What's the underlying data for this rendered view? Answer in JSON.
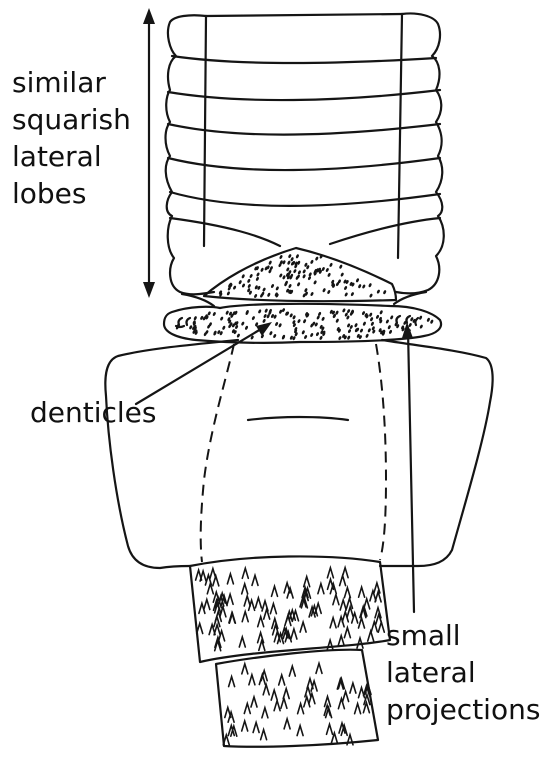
{
  "labels": {
    "similar_lines": [
      "similar",
      "squarish",
      "lateral",
      "lobes"
    ],
    "denticles": "denticles",
    "small_lines": [
      "small",
      "lateral",
      "projections"
    ]
  },
  "colors": {
    "ink": "#151515",
    "background": "#ffffff"
  }
}
